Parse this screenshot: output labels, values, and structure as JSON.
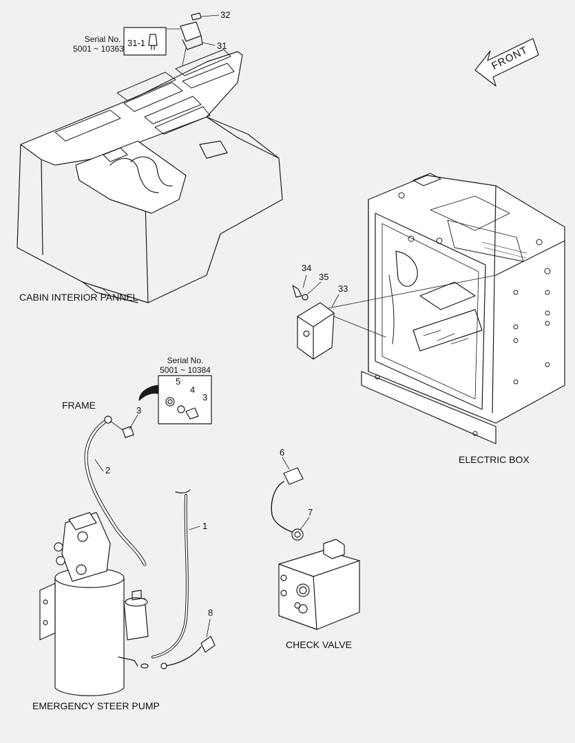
{
  "front_label": "FRONT",
  "assemblies": {
    "cabin": "CABIN INTERIOR PANNEL",
    "electric_box": "ELECTRIC BOX",
    "check_valve": "CHECK VALVE",
    "pump": "EMERGENCY STEER PUMP",
    "frame": "FRAME"
  },
  "serials": {
    "top": {
      "label": "Serial No.",
      "range": "5001 ~ 10363",
      "part": "31-1"
    },
    "mid": {
      "label": "Serial No.",
      "range": "5001 ~ 10384"
    }
  },
  "callouts": {
    "n32": "32",
    "n31": "31",
    "n34": "34",
    "n35": "35",
    "n33": "33",
    "n5": "5",
    "n4": "4",
    "n3b": "3",
    "n3": "3",
    "n2": "2",
    "n1": "1",
    "n6": "6",
    "n7": "7",
    "n8": "8"
  },
  "colors": {
    "background": "#f1f1f1",
    "line": "#1a1a1a"
  }
}
